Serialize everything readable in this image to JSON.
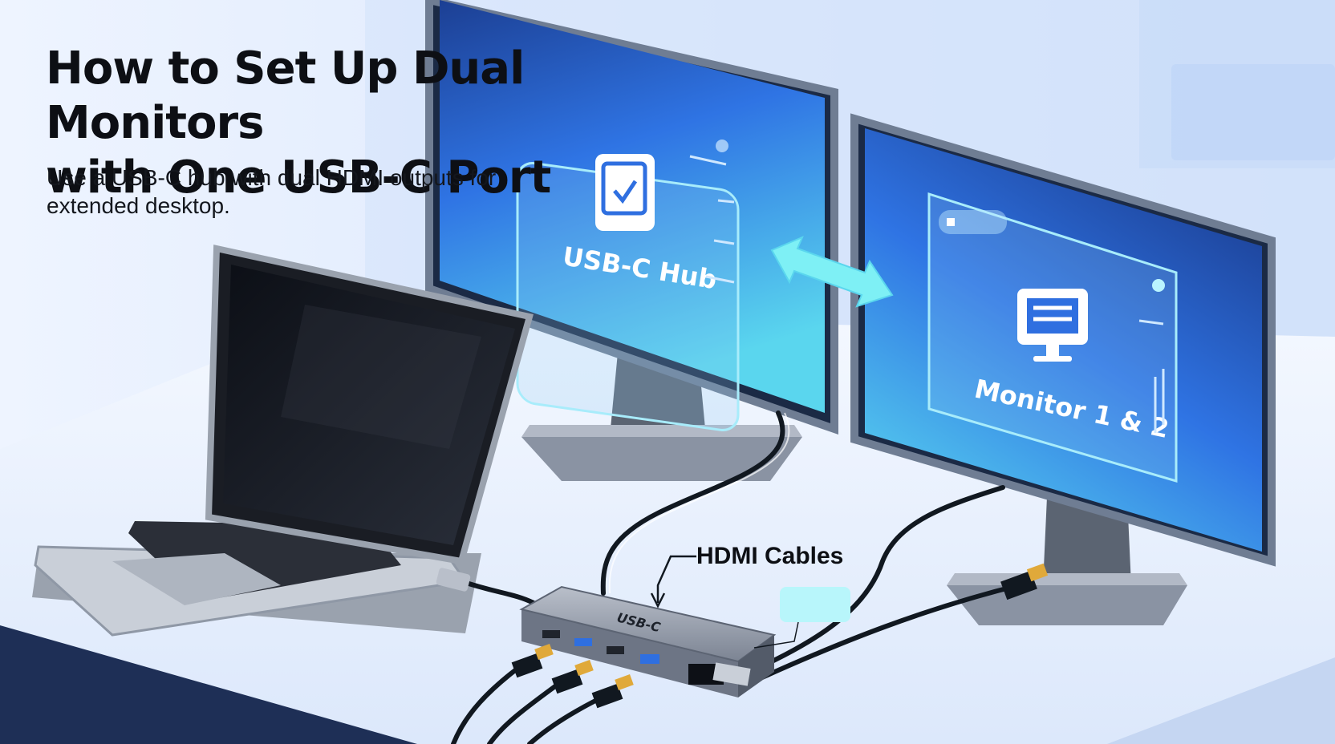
{
  "header": {
    "title_line1": "How to Set Up Dual Monitors",
    "title_line2": "with One USB-C Port",
    "subtitle_line1": "Use a USB-C hub with dual HDMI outputs for",
    "subtitle_line2": "extended desktop."
  },
  "illustration": {
    "left_screen_label": "USB-C Hub",
    "right_screen_label": "Monitor 1 & 2",
    "hub_label": "USB-C",
    "cable_callout": "HDMI Cables",
    "icons": [
      "hub-icon",
      "monitor-icon",
      "double-arrow-icon",
      "laptop-icon"
    ]
  },
  "colors": {
    "background": "#e6efff",
    "screen_blue": "#2f6fe0",
    "screen_cyan": "#4fd1ee",
    "accent_cyan": "#7ef0f5",
    "cable": "#111820",
    "gold_connector": "#e0a93a"
  }
}
